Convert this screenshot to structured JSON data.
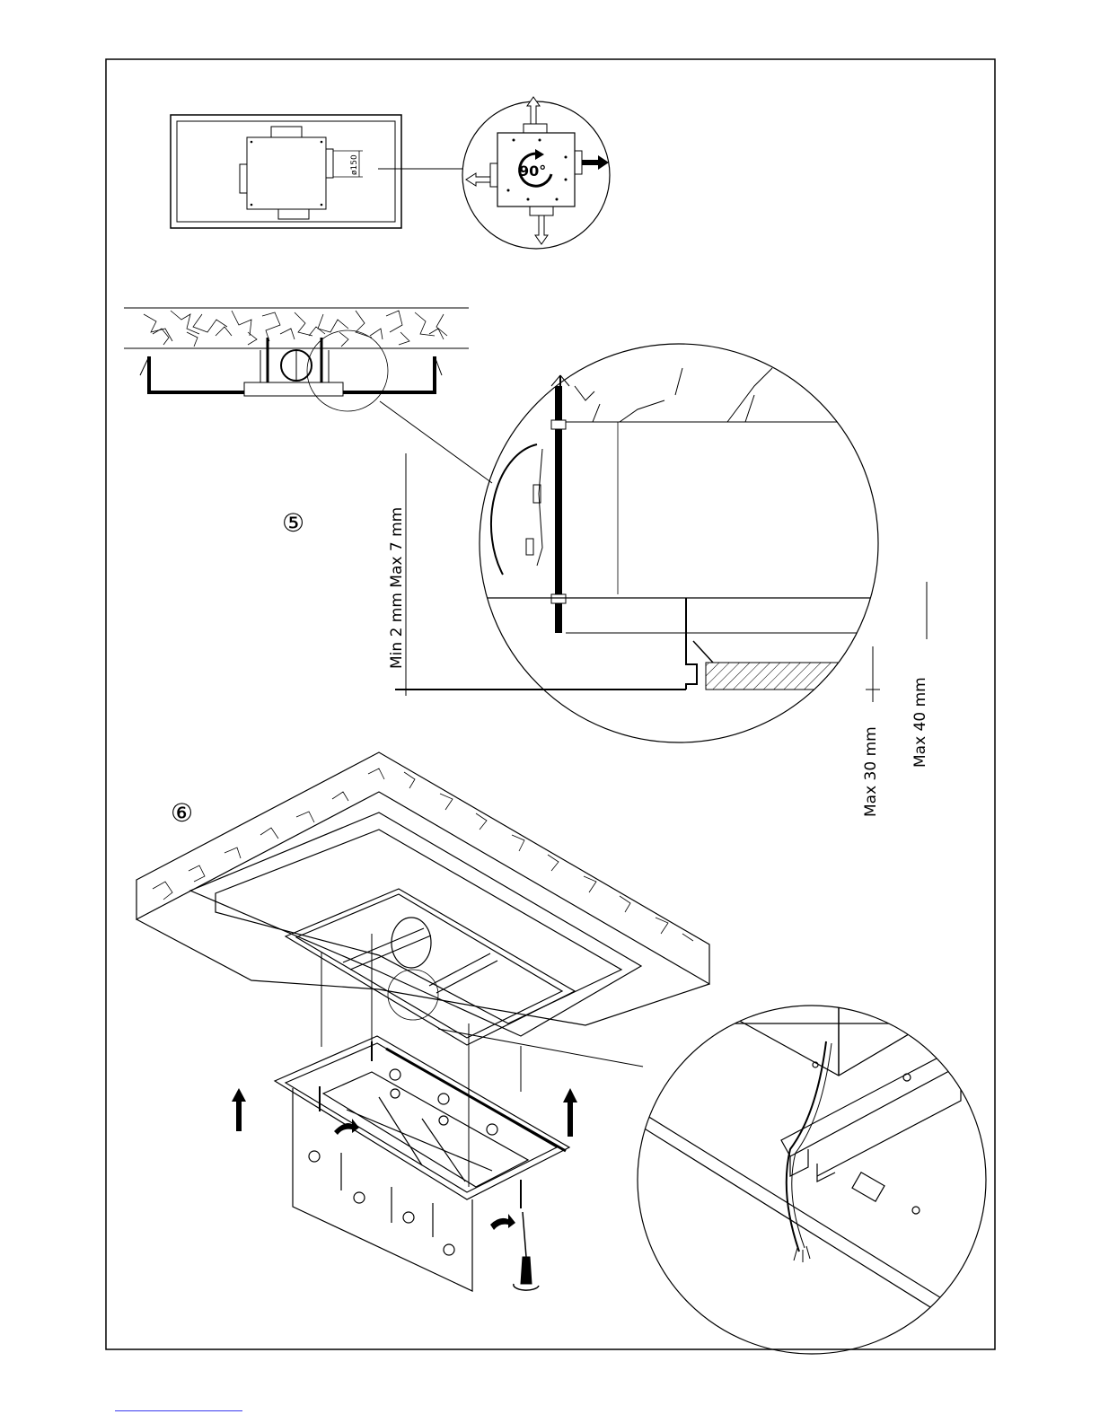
{
  "labels": {
    "duct_diameter": "ø150",
    "rotation": "90°",
    "step5": "⑤",
    "step6": "⑥",
    "min_max_offset": "Min  2  mm  Max  7  mm",
    "max_30": "Max  30  mm",
    "max_40": "Max  40  mm"
  }
}
